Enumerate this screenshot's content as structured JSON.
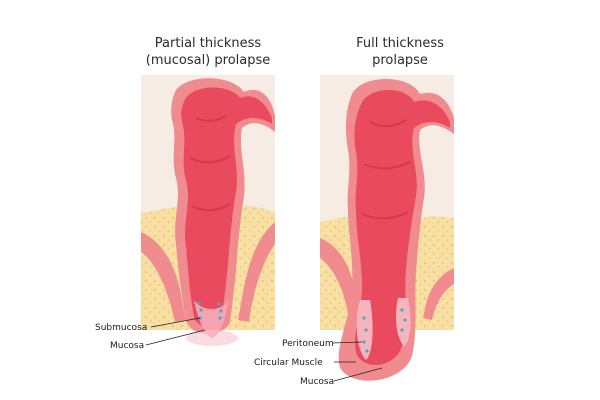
{
  "panels": [
    {
      "title_lines": [
        "Partial thickness",
        "(mucosal) prolapse"
      ],
      "labels": [
        "Submucosa",
        "Mucosa"
      ]
    },
    {
      "title_lines": [
        "Full thickness",
        "prolapse"
      ],
      "labels": [
        "Peritoneum",
        "Circular Muscle",
        "Mucosa"
      ]
    }
  ],
  "colors": {
    "background_panel": "#f6ece3",
    "fat": "#f8dfa4",
    "fat_dots": "#f2c97e",
    "outer_wall": "#f08c90",
    "rectum": "#e94a5e",
    "rectum_dark": "#d23a4f",
    "fluid_dots": "#4aa7c8"
  }
}
